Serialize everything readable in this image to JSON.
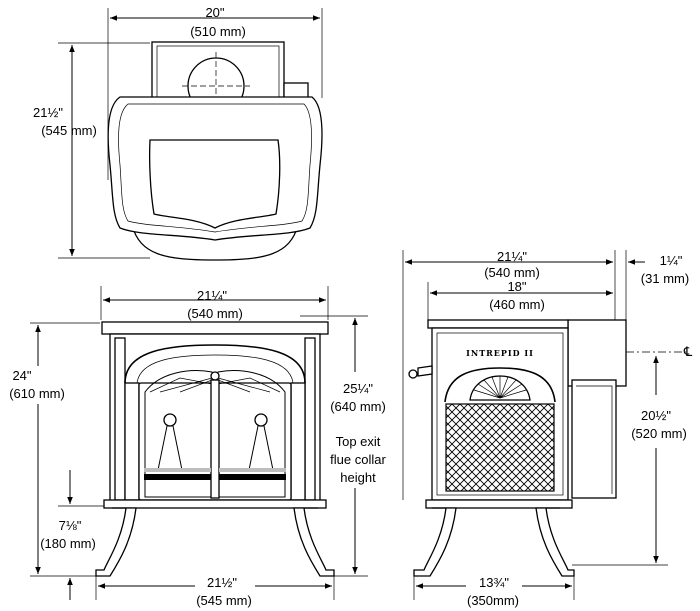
{
  "top_view": {
    "width_in": "20\"",
    "width_mm": "(510 mm)",
    "depth_in": "21½\"",
    "depth_mm": "(545 mm)"
  },
  "front_view": {
    "top_width_in": "21¼\"",
    "top_width_mm": "(540 mm)",
    "height_in": "24\"",
    "height_mm": "(610 mm)",
    "flue_height_in": "25¼\"",
    "flue_height_mm": "(640 mm)",
    "flue_note": [
      "Top exit",
      "flue collar",
      "height"
    ],
    "leg_height_in": "7⅛\"",
    "leg_height_mm": "(180 mm)",
    "base_width_in": "21½\"",
    "base_width_mm": "(545 mm)"
  },
  "side_view": {
    "overall_depth_in": "21¼\"",
    "overall_depth_mm": "(540 mm)",
    "body_depth_in": "18\"",
    "body_depth_mm": "(460 mm)",
    "offset_in": "1¼\"",
    "offset_mm": "(31 mm)",
    "centerline_symbol": "℄",
    "rear_flue_height_in": "20½\"",
    "rear_flue_height_mm": "(520 mm)",
    "leg_span_in": "13¾\"",
    "leg_span_mm": "(350mm)",
    "brand_text": "INTREPID II"
  }
}
